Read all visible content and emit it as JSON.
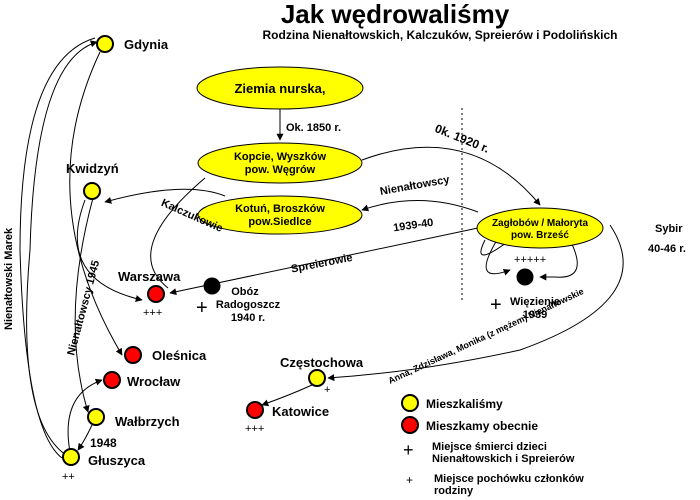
{
  "title": "Jak wędrowaliśmy",
  "subtitle": "Rodzina Nienałtowskich, Kalczuków, Spreierów i Podolińskich",
  "ellipses": {
    "origin": "Ziemia nurska,",
    "kopcie_line1": "Kopcie, Wyszków",
    "kopcie_line2": "pow. Węgrów",
    "kotun_line1": "Kotuń, Broszków",
    "kotun_line2": "pow.Siedlce",
    "zaglobow_line1": "Zagłobów / Małoryta",
    "zaglobow_line2": "pow. Brześć"
  },
  "places": {
    "gdynia": "Gdynia",
    "kwidzyn": "Kwidzyń",
    "warszawa": "Warszawa",
    "olesnica": "Oleśnica",
    "wroclaw": "Wrocław",
    "walbrzych": "Wałbrzych",
    "gluszyca": "Głuszyca",
    "czestochowa": "Częstochowa",
    "katowice": "Katowice",
    "oboz_line1": "Obóz",
    "oboz_line2": "Radogoszcz",
    "oboz_line3": "1940 r.",
    "wiezienie_line1": "Więzienie",
    "wiezienie_line2": "1939"
  },
  "arrow_labels": {
    "ok1850": "Ok. 1850 r.",
    "ok1920": "0k. 1920 r.",
    "nienaltowscy": "Nienałtowscy",
    "kalczukowie": "Kalczukowie",
    "spreierowie": "Spreierowie",
    "y1939_40": "1939-40",
    "nienaltowscy1945": "Nienałtowscy 1945",
    "nienaltowski_marek": "Nienałtowski Marek",
    "y1948": "1948",
    "sybir": "Sybir",
    "sybir_years": "40-46 r.",
    "anna": "Anna, Zdzisława, Monika (z mężem) Nienałtowskie"
  },
  "marks": {
    "warszawa_crosses": "+++",
    "katowice_crosses": "+++",
    "gluszyca_crosses": "++",
    "czestochowa_cross": "+",
    "zaglobow_crosses": "+++++",
    "oboz_death": "+",
    "wiezienie_death": "+"
  },
  "legend": {
    "lived": "Mieszkaliśmy",
    "live_now": "Mieszkamy obecnie",
    "death_line1": "Miejsce śmierci dzieci",
    "death_line2": "Nienałtowskich i Spreierów",
    "burial_line1": "Miejsce pochówku członków",
    "burial_line2": "rodziny",
    "death_symbol": "+",
    "burial_symbol": "+"
  },
  "colors": {
    "lived": "#ffff00",
    "live_now": "#ff0000",
    "camp": "#000000",
    "line": "#000000"
  }
}
